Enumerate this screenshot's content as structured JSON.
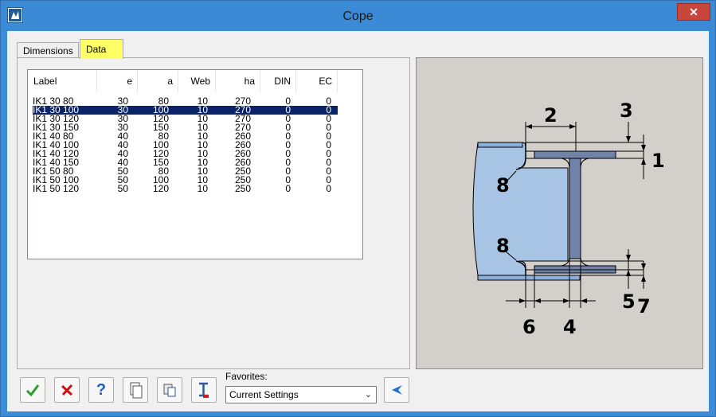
{
  "window": {
    "title": "Cope",
    "close_glyph": "✕"
  },
  "tabs": [
    {
      "label": "Dimensions",
      "active": false
    },
    {
      "label": "Data",
      "active": true
    }
  ],
  "table": {
    "columns": [
      "Label",
      "e",
      "a",
      "Web",
      "ha",
      "DIN",
      "EC"
    ],
    "rows": [
      [
        "IK1 30 80",
        "30",
        "80",
        "10",
        "270",
        "0",
        "0"
      ],
      [
        "IK1 30 100",
        "30",
        "100",
        "10",
        "270",
        "0",
        "0"
      ],
      [
        "IK1 30 120",
        "30",
        "120",
        "10",
        "270",
        "0",
        "0"
      ],
      [
        "IK1 30 150",
        "30",
        "150",
        "10",
        "270",
        "0",
        "0"
      ],
      [
        "IK1 40 80",
        "40",
        "80",
        "10",
        "260",
        "0",
        "0"
      ],
      [
        "IK1 40 100",
        "40",
        "100",
        "10",
        "260",
        "0",
        "0"
      ],
      [
        "IK1 40 120",
        "40",
        "120",
        "10",
        "260",
        "0",
        "0"
      ],
      [
        "IK1 40 150",
        "40",
        "150",
        "10",
        "260",
        "0",
        "0"
      ],
      [
        "IK1 50 80",
        "50",
        "80",
        "10",
        "250",
        "0",
        "0"
      ],
      [
        "IK1 50 100",
        "50",
        "100",
        "10",
        "250",
        "0",
        "0"
      ],
      [
        "IK1 50 120",
        "50",
        "120",
        "10",
        "250",
        "0",
        "0"
      ]
    ],
    "selected_row": 1
  },
  "diagram": {
    "labels": {
      "l1": "1",
      "l2": "2",
      "l3": "3",
      "l4": "4",
      "l5": "5",
      "l6": "6",
      "l7": "7",
      "l8a": "8",
      "l8b": "8"
    }
  },
  "toolbar": {
    "ok_icon": "check-icon",
    "cancel_icon": "cross-icon",
    "help_label": "?",
    "favorites_label": "Favorites:",
    "favorites_value": "Current Settings"
  },
  "colors": {
    "accent": "#3b8ad5",
    "selection": "#0a246a",
    "tab_highlight": "#ffff66",
    "close": "#c9463d"
  }
}
